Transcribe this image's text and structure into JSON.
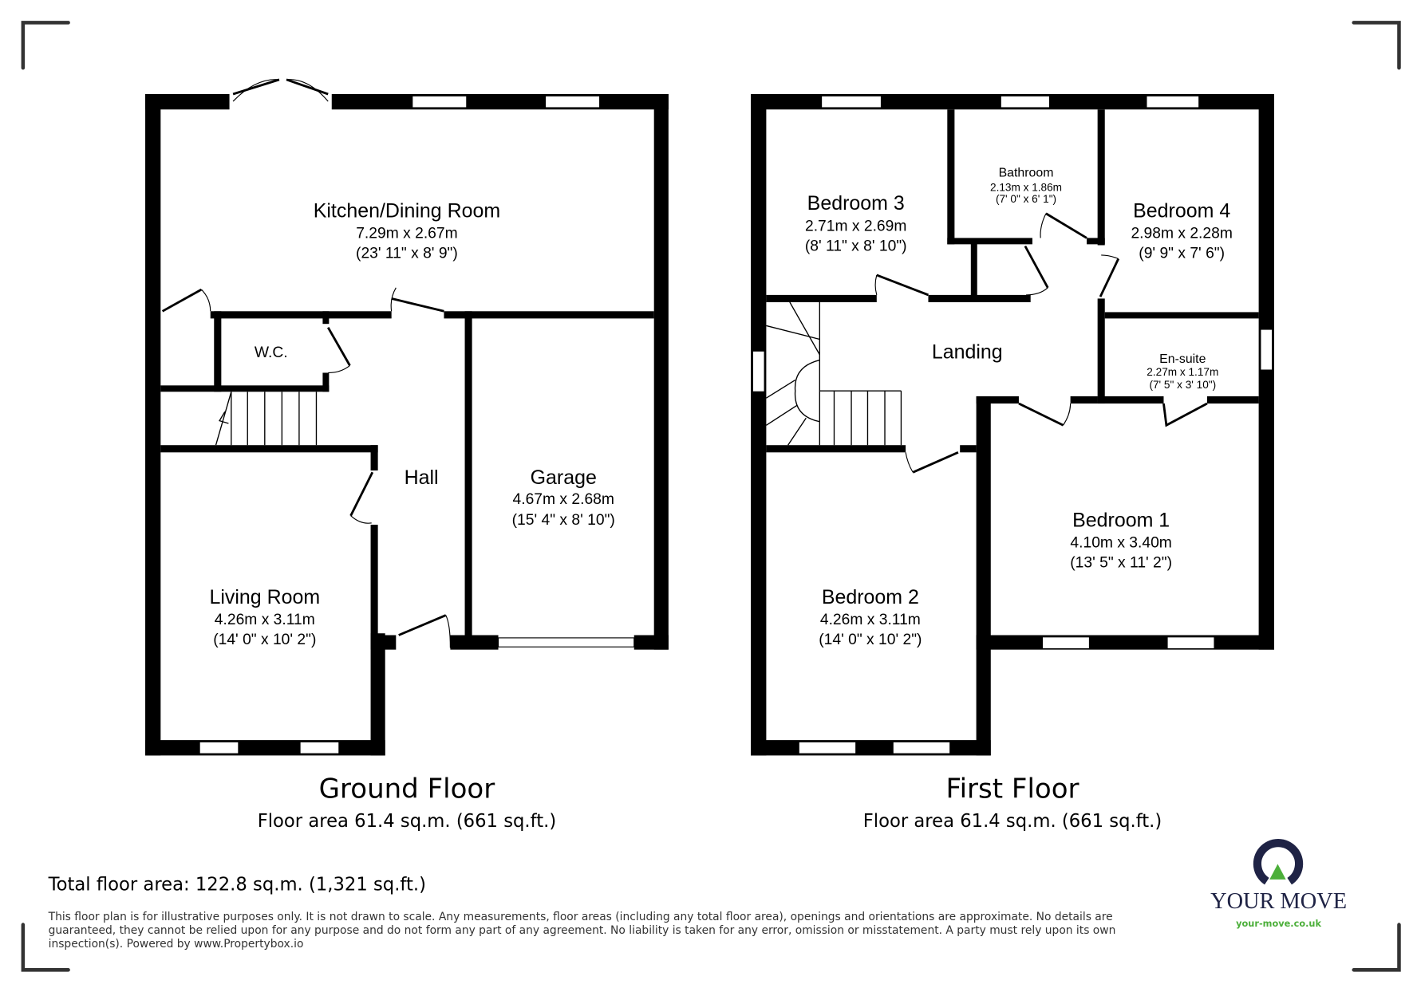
{
  "ground_floor": {
    "title": "Ground Floor",
    "area": "Floor area 61.4 sq.m. (661 sq.ft.)",
    "rooms": [
      {
        "name": "Kitchen/Dining Room",
        "metric": "7.29m x 2.67m",
        "imperial": "(23' 11\" x 8' 9\")"
      },
      {
        "name": "W.C."
      },
      {
        "name": "Hall"
      },
      {
        "name": "Garage",
        "metric": "4.67m x 2.68m",
        "imperial": "(15' 4\" x 8' 10\")"
      },
      {
        "name": "Living Room",
        "metric": "4.26m x 3.11m",
        "imperial": "(14' 0\" x 10' 2\")"
      }
    ]
  },
  "first_floor": {
    "title": "First Floor",
    "area": "Floor area 61.4 sq.m. (661 sq.ft.)",
    "rooms": [
      {
        "name": "Bedroom 3",
        "metric": "2.71m x 2.69m",
        "imperial": "(8' 11\" x 8' 10\")"
      },
      {
        "name": "Bathroom",
        "metric": "2.13m x 1.86m",
        "imperial": "(7' 0\" x 6' 1\")"
      },
      {
        "name": "Bedroom 4",
        "metric": "2.98m x 2.28m",
        "imperial": "(9' 9\" x 7' 6\")"
      },
      {
        "name": "Landing"
      },
      {
        "name": "En-suite",
        "metric": "2.27m x 1.17m",
        "imperial": "(7' 5\" x 3' 10\")"
      },
      {
        "name": "Bedroom 1",
        "metric": "4.10m x 3.40m",
        "imperial": "(13' 5\" x 11' 2\")"
      },
      {
        "name": "Bedroom 2",
        "metric": "4.26m x 3.11m",
        "imperial": "(14' 0\" x 10' 2\")"
      }
    ]
  },
  "total_area": "Total floor area: 122.8 sq.m. (1,321 sq.ft.)",
  "disclaimer": [
    "This floor plan is for illustrative purposes only. It is not drawn to scale. Any measurements, floor areas (including any total floor area), openings and orientations are approximate. No details are",
    "guaranteed, they cannot be relied upon for any purpose and do not form any part of any agreement. No liability is taken for any error, omission or misstatement. A party must rely upon its own",
    "inspection(s). Powered by www.Propertybox.io"
  ],
  "logo": {
    "brand": "YOUR MOVE",
    "url": "your-move.co.uk",
    "navy": "#1f2345",
    "green": "#4caf3a"
  }
}
